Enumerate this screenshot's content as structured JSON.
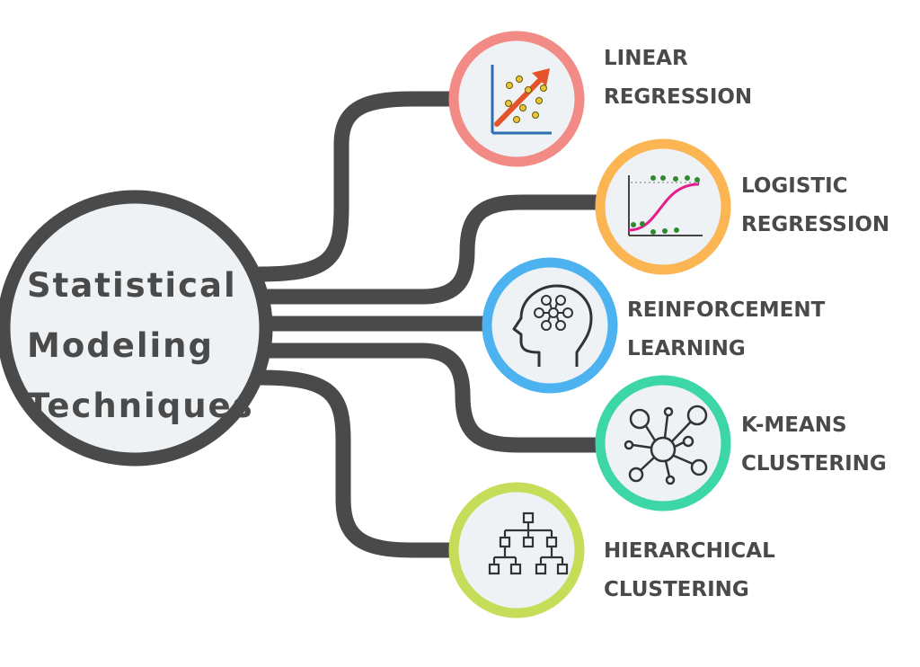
{
  "center": {
    "title_lines": [
      "Statistical",
      "Modeling",
      "Techniques"
    ]
  },
  "techniques": [
    {
      "lines": [
        "LINEAR",
        "REGRESSION"
      ],
      "icon": "scatter-trend-icon",
      "ring_color": "#f28b86"
    },
    {
      "lines": [
        "LOGISTIC",
        "REGRESSION"
      ],
      "icon": "sigmoid-curve-icon",
      "ring_color": "#fbb553"
    },
    {
      "lines": [
        "REINFORCEMENT",
        "LEARNING"
      ],
      "icon": "brain-head-icon",
      "ring_color": "#4db3f0"
    },
    {
      "lines": [
        "K-MEANS",
        "CLUSTERING"
      ],
      "icon": "cluster-network-icon",
      "ring_color": "#3dd6a6"
    },
    {
      "lines": [
        "HIERARCHICAL",
        "CLUSTERING"
      ],
      "icon": "tree-hierarchy-icon",
      "ring_color": "#c6dd5a"
    }
  ],
  "colors": {
    "connector": "#4a4a4a",
    "circle_fill": "#eef2f5",
    "text": "#4a4a4a",
    "trend_arrow": "#e5532a",
    "sigmoid": "#e51d8c",
    "dots_green": "#2f8a2f",
    "dots_yellow": "#e8c53a",
    "axis_blue": "#2d6db5"
  }
}
